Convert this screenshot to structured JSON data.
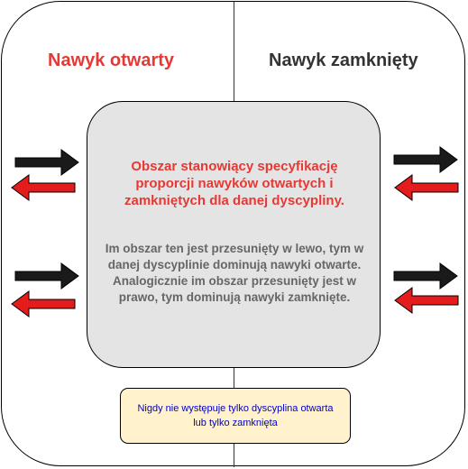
{
  "colors": {
    "accent_red": "#e53935",
    "heading_dark": "#333333",
    "body_gray": "#666666",
    "note_text": "#0000cc",
    "arrow_black": "#1a1a1a",
    "arrow_red": "#e51c1c"
  },
  "headings": {
    "open": "Nawyk otwarty",
    "closed": "Nawyk zamknięty"
  },
  "center": {
    "highlight": "Obszar stanowiący specyfikację proporcji nawyków otwartych i zamkniętych dla danej dyscypliny.",
    "explanation": "Im obszar ten jest przesunięty w lewo, tym w danej dyscyplinie dominują nawyki otwarte. Analogicznie im obszar przesunięty jest w prawo, tym dominują nawyki zamknięte."
  },
  "note": {
    "text": "Nigdy nie występuje tylko dyscyplina otwarta lub tylko zamknięta"
  },
  "icons": {
    "black_arrow": "arrow-right-icon",
    "red_arrow": "arrow-left-icon"
  }
}
